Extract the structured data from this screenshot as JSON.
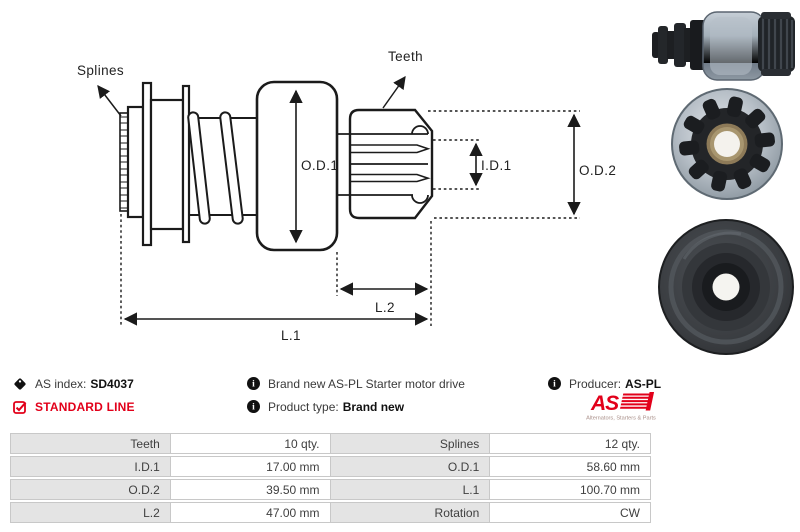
{
  "diagram": {
    "label_splines": "Splines",
    "label_teeth": "Teeth",
    "label_od1": "O.D.1",
    "label_id1": "I.D.1",
    "label_od2": "O.D.2",
    "label_l1": "L.1",
    "label_l2": "L.2"
  },
  "info": {
    "as_index_label": "AS index:",
    "as_index_value": "SD4037",
    "standard_line": "STANDARD LINE",
    "description": "Brand new AS-PL Starter motor drive",
    "product_type_label": "Product type:",
    "product_type_value": "Brand new",
    "producer_label": "Producer:",
    "producer_value": "AS-PL"
  },
  "logo": {
    "text": "AS",
    "caption": "Alternators, Starters & Parts"
  },
  "colors": {
    "accent_red": "#e2001a",
    "line_color": "#1b1b1b",
    "table_label_bg": "#e4e4e4",
    "table_border": "#c8c8c8"
  },
  "table": {
    "rows": [
      {
        "label1": "Teeth",
        "value1": "10 qty.",
        "label2": "Splines",
        "value2": "12 qty."
      },
      {
        "label1": "I.D.1",
        "value1": "17.00 mm",
        "label2": "O.D.1",
        "value2": "58.60 mm"
      },
      {
        "label1": "O.D.2",
        "value1": "39.50 mm",
        "label2": "L.1",
        "value2": "100.70 mm"
      },
      {
        "label1": "L.2",
        "value1": "47.00 mm",
        "label2": "Rotation",
        "value2": "CW"
      }
    ]
  }
}
